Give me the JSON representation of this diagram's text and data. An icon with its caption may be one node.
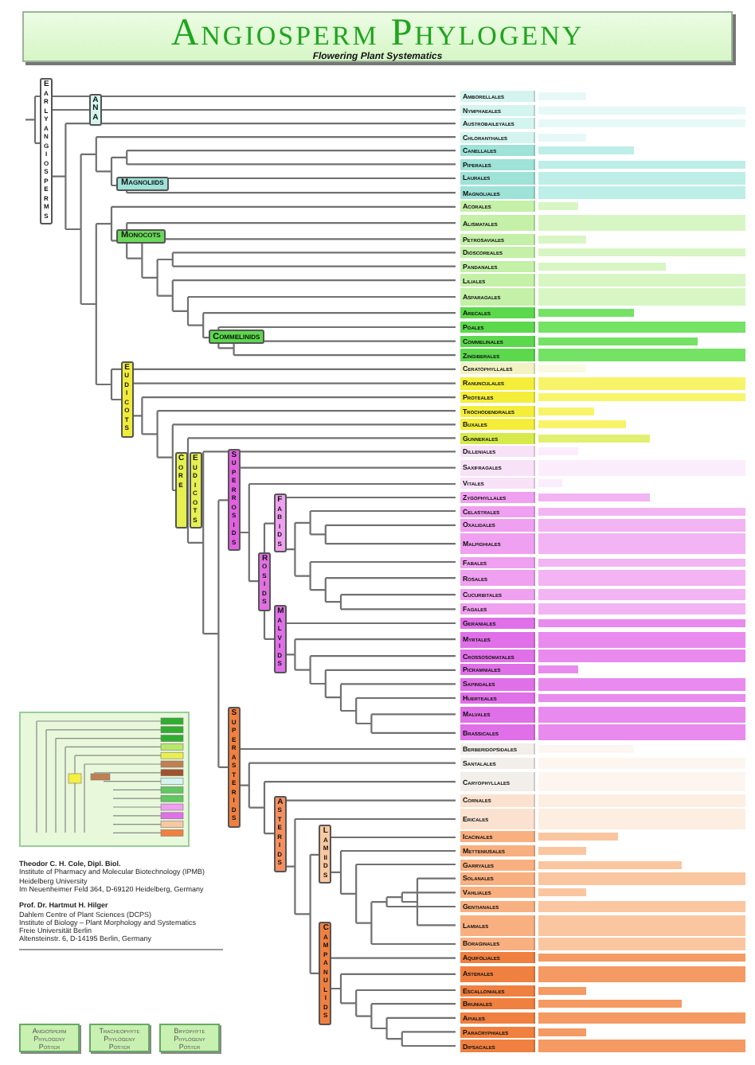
{
  "diagram": {
    "title": "Angiosperm Phylogeny",
    "nodes": [
      {
        "text": [
          "Amborellales"
        ]
      },
      {
        "text": [
          "Nymphaeales"
        ]
      },
      {
        "text": [
          "Austrobaileyales"
        ]
      },
      {
        "text": [
          "Chloranthales"
        ]
      },
      {
        "text": [
          "Canellales"
        ]
      },
      {
        "text": [
          "Piperales"
        ]
      },
      {
        "text": [
          "Laurales"
        ]
      },
      {
        "text": [
          "Magnoliales"
        ]
      },
      {
        "text": [
          "Acorales"
        ]
      },
      {
        "text": [
          "Alismatales"
        ]
      },
      {
        "text": [
          "Petrosaviales"
        ]
      },
      {
        "text": [
          "Dioscoreales"
        ]
      },
      {
        "text": [
          "Pandanales"
        ]
      },
      {
        "text": [
          "Liliales"
        ]
      },
      {
        "text": [
          "Asparagales"
        ]
      },
      {
        "text": [
          "Arecales"
        ]
      },
      {
        "text": [
          "Poales"
        ]
      },
      {
        "text": [
          "Commelinales"
        ]
      },
      {
        "text": [
          "Zingiberales"
        ]
      },
      {
        "text": [
          "Ceratophyllales"
        ]
      },
      {
        "text": [
          "Ranunculales"
        ]
      },
      {
        "text": [
          "Proteales"
        ]
      },
      {
        "text": [
          "Trochodendrales"
        ]
      },
      {
        "text": [
          "Buxales"
        ]
      },
      {
        "text": [
          "Gunnerales"
        ]
      },
      {
        "text": [
          "Dilleniales"
        ]
      },
      {
        "text": [
          "Saxifragales"
        ]
      },
      {
        "text": [
          "Vitales"
        ]
      },
      {
        "text": [
          "Zygophyllales"
        ]
      },
      {
        "text": [
          "Celastrales"
        ]
      },
      {
        "text": [
          "Oxalidales"
        ]
      },
      {
        "text": [
          "Malpighiales"
        ]
      },
      {
        "text": [
          "Fabales"
        ]
      },
      {
        "text": [
          "Rosales"
        ]
      },
      {
        "text": [
          "Cucurbitales"
        ]
      },
      {
        "text": [
          "Fagales"
        ]
      },
      {
        "text": [
          "Geraniales"
        ]
      },
      {
        "text": [
          "Myrtales"
        ]
      },
      {
        "text": [
          "Crossosomatales"
        ]
      },
      {
        "text": [
          "Picramniales"
        ]
      },
      {
        "text": [
          "Sapindales"
        ]
      },
      {
        "text": [
          "Huerteales"
        ]
      },
      {
        "text": [
          "Malvales"
        ]
      },
      {
        "text": [
          "Brassicales"
        ]
      },
      {
        "text": [
          "Berberidopsidales"
        ]
      },
      {
        "text": [
          "Santalales"
        ]
      },
      {
        "text": [
          "Caryophyllales"
        ]
      },
      {
        "text": [
          "Cornales"
        ]
      },
      {
        "text": [
          "Ericales"
        ]
      },
      {
        "text": [
          "Icacinales"
        ]
      },
      {
        "text": [
          "Metteniusales"
        ]
      },
      {
        "text": [
          "Garryales"
        ]
      },
      {
        "text": [
          "Solanales"
        ]
      },
      {
        "text": [
          "Vahliales"
        ]
      },
      {
        "text": [
          "Gentianales"
        ]
      },
      {
        "text": [
          "Lamiales"
        ]
      },
      {
        "text": [
          "Boraginales"
        ]
      },
      {
        "text": [
          "Aquifoliales"
        ]
      },
      {
        "text": [
          "Asterales"
        ]
      },
      {
        "text": [
          "Escalloniales"
        ]
      },
      {
        "text": [
          "Bruniales"
        ]
      },
      {
        "text": [
          "Apiales"
        ]
      },
      {
        "text": [
          "Paracryphiales"
        ]
      },
      {
        "text": [
          "Dipsacales"
        ]
      },
      {
        "text": [
          "Early angiosperms"
        ]
      },
      {
        "text": [
          "ANA"
        ]
      },
      {
        "text": [
          "Magnoliids"
        ]
      },
      {
        "text": [
          "Monocots"
        ]
      },
      {
        "text": [
          "Commelinids"
        ]
      },
      {
        "text": [
          "Eudicots"
        ]
      },
      {
        "text": [
          "Core",
          "Eudicots"
        ]
      },
      {
        "text": [
          "Superrosids"
        ]
      },
      {
        "text": [
          "Rosids"
        ]
      },
      {
        "text": [
          "Fabids"
        ]
      },
      {
        "text": [
          "Malvids"
        ]
      },
      {
        "text": [
          "Superasterids"
        ]
      },
      {
        "text": [
          "Asterids"
        ]
      },
      {
        "text": [
          "Lamiids"
        ]
      },
      {
        "text": [
          "Campanulids"
        ]
      },
      {
        "text": [
          "Angiosperm Phylogeny Poster"
        ]
      },
      {
        "text": [
          "Tracheophyte Phylogeny Poster"
        ]
      },
      {
        "text": [
          "Bryophyte Phylogeny Poster"
        ]
      }
    ],
    "labels": [
      "Flowering Plant Systematics",
      "Theodor C. H. Cole, Dipl. Biol.",
      "Institute of Pharmacy and Molecular Biotechnology (IPMB)",
      "Heidelberg University",
      "Im Neuenheimer Feld 364, D-69120 Heidelberg, Germany",
      "Prof. Dr. Hartmut H. Hilger",
      "Dahlem Centre of Plant Sciences (DCPS)",
      "Institute of Biology – Plant Morphology and Systematics",
      "Freie Universität Berlin",
      "Altensteinstr. 6, D-14195 Berlin, Germany"
    ]
  }
}
